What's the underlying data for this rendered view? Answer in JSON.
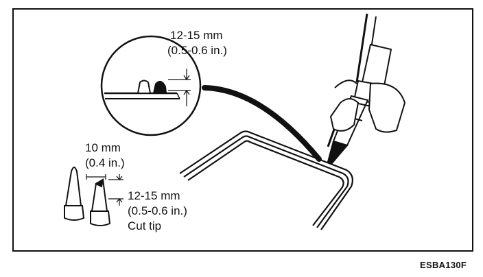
{
  "figure_code": "ESBA130F",
  "callout_depth": {
    "metric": "12-15 mm",
    "imperial": "(0.5-0.6 in.)"
  },
  "tip_diameter": {
    "metric": "10 mm",
    "imperial": "(0.4 in.)"
  },
  "tip_cut": {
    "metric": "12-15 mm",
    "imperial": "(0.5-0.6 in.)",
    "caption": "Cut tip"
  }
}
